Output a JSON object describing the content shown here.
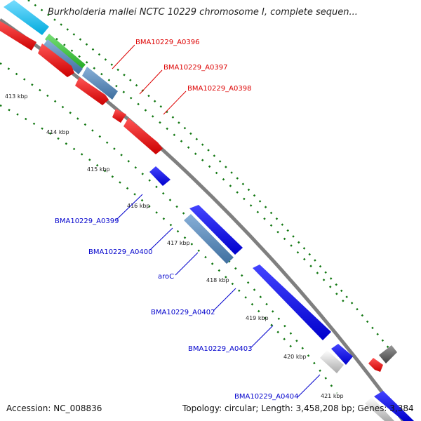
{
  "title": "Burkholderia mallei NCTC 10229 chromosome I, complete sequen...",
  "footer": {
    "accession": "Accession: NC_008836",
    "summary": "Topology: circular; Length: 3,458,208 bp; Genes: 3,384"
  },
  "colors": {
    "forward_label": "#dd0000",
    "reverse_label": "#0000cc",
    "backbone": "#7f7f7f",
    "tick_dots": "#117711"
  },
  "ticks": [
    "413 kbp",
    "414 kbp",
    "415 kbp",
    "416 kbp",
    "417 kbp",
    "418 kbp",
    "419 kbp",
    "420 kbp",
    "421 kbp"
  ],
  "gene_labels": [
    {
      "text": "BMA10229_A0396",
      "strand": "forward"
    },
    {
      "text": "BMA10229_A0397",
      "strand": "forward"
    },
    {
      "text": "BMA10229_A0398",
      "strand": "forward"
    },
    {
      "text": "BMA10229_A0399",
      "strand": "reverse"
    },
    {
      "text": "BMA10229_A0400",
      "strand": "reverse"
    },
    {
      "text": "aroC",
      "strand": "reverse"
    },
    {
      "text": "BMA10229_A0402",
      "strand": "reverse"
    },
    {
      "text": "BMA10229_A0403",
      "strand": "reverse"
    },
    {
      "text": "BMA10229_A0404",
      "strand": "reverse"
    }
  ]
}
